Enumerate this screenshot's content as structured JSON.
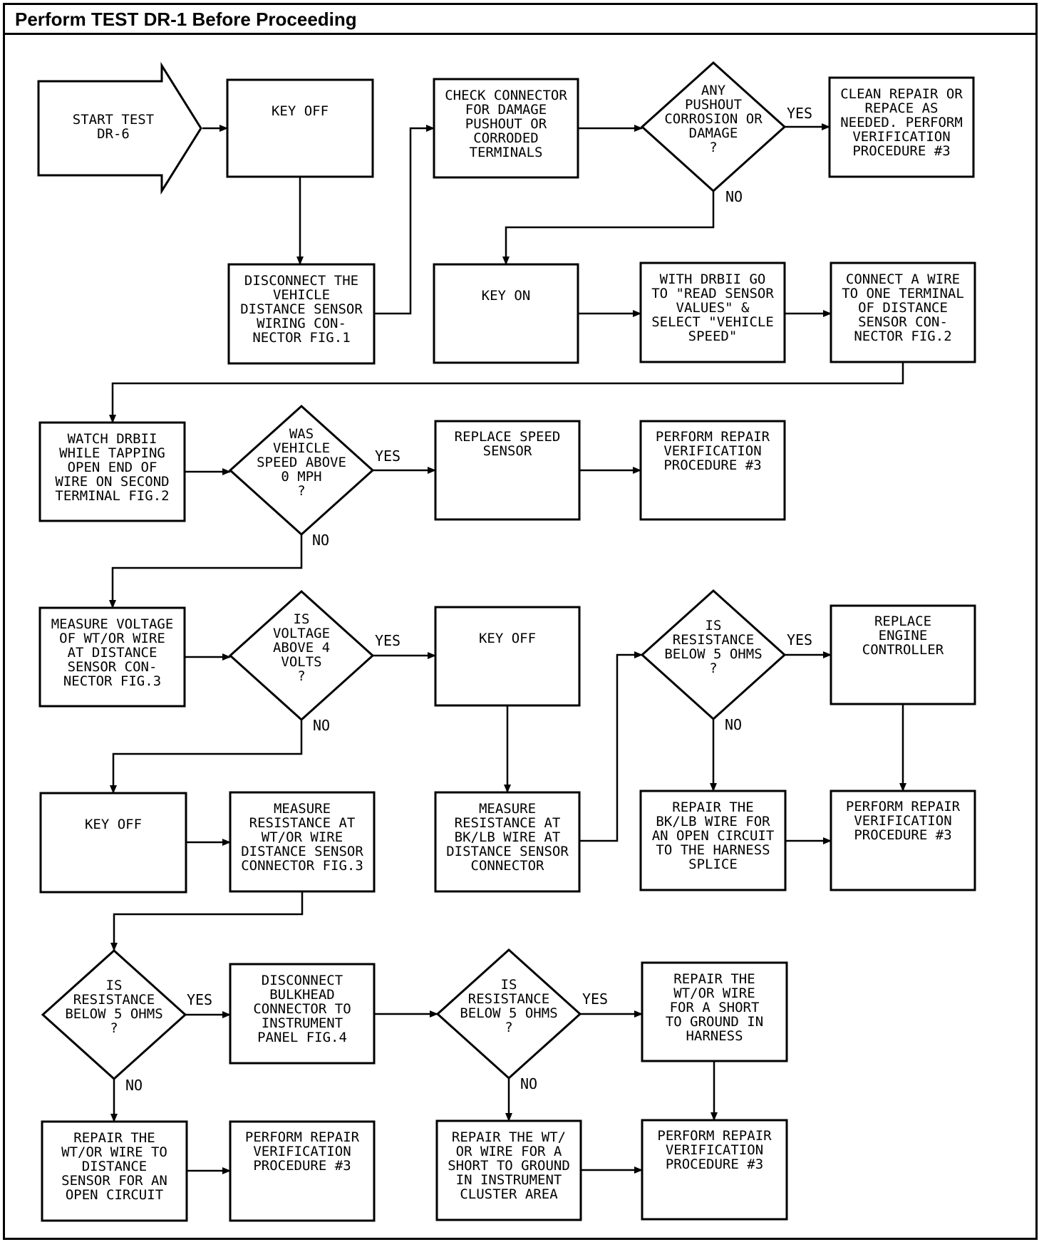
{
  "header": {
    "title": "Perform TEST DR-1 Before Proceeding"
  },
  "labels": {
    "yes": "YES",
    "no": "NO"
  },
  "nodes": {
    "start": [
      "START TEST",
      "DR-6"
    ],
    "key_off_1": [
      "KEY OFF"
    ],
    "disconnect_vds": [
      "DISCONNECT THE",
      "VEHICLE",
      "DISTANCE SENSOR",
      "WIRING CON-",
      "NECTOR FIG.1"
    ],
    "check_connector": [
      "CHECK CONNECTOR",
      "FOR DAMAGE",
      "PUSHOUT OR",
      "CORRODED",
      "TERMINALS"
    ],
    "any_pushout": [
      "ANY",
      "PUSHOUT",
      "CORROSION OR",
      "DAMAGE",
      "?"
    ],
    "clean_repair": [
      "CLEAN REPAIR OR",
      "REPACE AS",
      "NEEDED. PERFORM",
      "VERIFICATION",
      "PROCEDURE #3"
    ],
    "key_on": [
      "KEY ON"
    ],
    "drbii_read": [
      "WITH DRBII GO",
      "TO \"READ SENSOR",
      "VALUES\" &",
      "SELECT \"VEHICLE",
      "SPEED\""
    ],
    "connect_wire": [
      "CONNECT A WIRE",
      "TO ONE TERMINAL",
      "OF DISTANCE",
      "SENSOR CON-",
      "NECTOR FIG.2"
    ],
    "watch_drbii": [
      "WATCH DRBII",
      "WHILE TAPPING",
      "OPEN END OF",
      "WIRE ON SECOND",
      "TERMINAL FIG.2"
    ],
    "was_speed": [
      "WAS",
      "VEHICLE",
      "SPEED ABOVE",
      "0 MPH",
      "?"
    ],
    "replace_speed": [
      "REPLACE SPEED",
      "SENSOR"
    ],
    "perform_repair_1": [
      "PERFORM REPAIR",
      "VERIFICATION",
      "PROCEDURE #3"
    ],
    "measure_voltage": [
      "MEASURE VOLTAGE",
      "OF WT/OR WIRE",
      "AT DISTANCE",
      "SENSOR CON-",
      "NECTOR FIG.3"
    ],
    "is_voltage": [
      "IS",
      "VOLTAGE",
      "ABOVE 4",
      "VOLTS",
      "?"
    ],
    "key_off_2": [
      "KEY OFF"
    ],
    "is_resistance_1": [
      "IS",
      "RESISTANCE",
      "BELOW 5 OHMS",
      "?"
    ],
    "replace_engine": [
      "REPLACE",
      "ENGINE",
      "CONTROLLER"
    ],
    "key_off_3": [
      "KEY OFF"
    ],
    "measure_res_wtor": [
      "MEASURE",
      "RESISTANCE AT",
      "WT/OR WIRE",
      "DISTANCE SENSOR",
      "CONNECTOR FIG.3"
    ],
    "measure_res_bklb": [
      "MEASURE",
      "RESISTANCE AT",
      "BK/LB WIRE AT",
      "DISTANCE SENSOR",
      "CONNECTOR"
    ],
    "repair_bklb": [
      "REPAIR THE",
      "BK/LB WIRE FOR",
      "AN OPEN CIRCUIT",
      "TO THE HARNESS",
      "SPLICE"
    ],
    "perform_repair_2": [
      "PERFORM REPAIR",
      "VERIFICATION",
      "PROCEDURE #3"
    ],
    "is_resistance_2": [
      "IS",
      "RESISTANCE",
      "BELOW 5 OHMS",
      "?"
    ],
    "disconnect_bulkhead": [
      "DISCONNECT",
      "BULKHEAD",
      "CONNECTOR TO",
      "INSTRUMENT",
      "PANEL FIG.4"
    ],
    "is_resistance_3": [
      "IS",
      "RESISTANCE",
      "BELOW 5 OHMS",
      "?"
    ],
    "repair_short_harness": [
      "REPAIR THE",
      "WT/OR WIRE",
      "FOR A SHORT",
      "TO GROUND IN",
      "HARNESS"
    ],
    "repair_open": [
      "REPAIR THE",
      "WT/OR WIRE TO",
      "DISTANCE",
      "SENSOR FOR AN",
      "OPEN CIRCUIT"
    ],
    "perform_repair_3": [
      "PERFORM REPAIR",
      "VERIFICATION",
      "PROCEDURE #3"
    ],
    "repair_short_cluster": [
      "REPAIR THE WT/",
      "OR WIRE FOR A",
      "SHORT TO GROUND",
      "IN INSTRUMENT",
      "CLUSTER AREA"
    ],
    "perform_repair_4": [
      "PERFORM REPAIR",
      "VERIFICATION",
      "PROCEDURE #3"
    ]
  }
}
